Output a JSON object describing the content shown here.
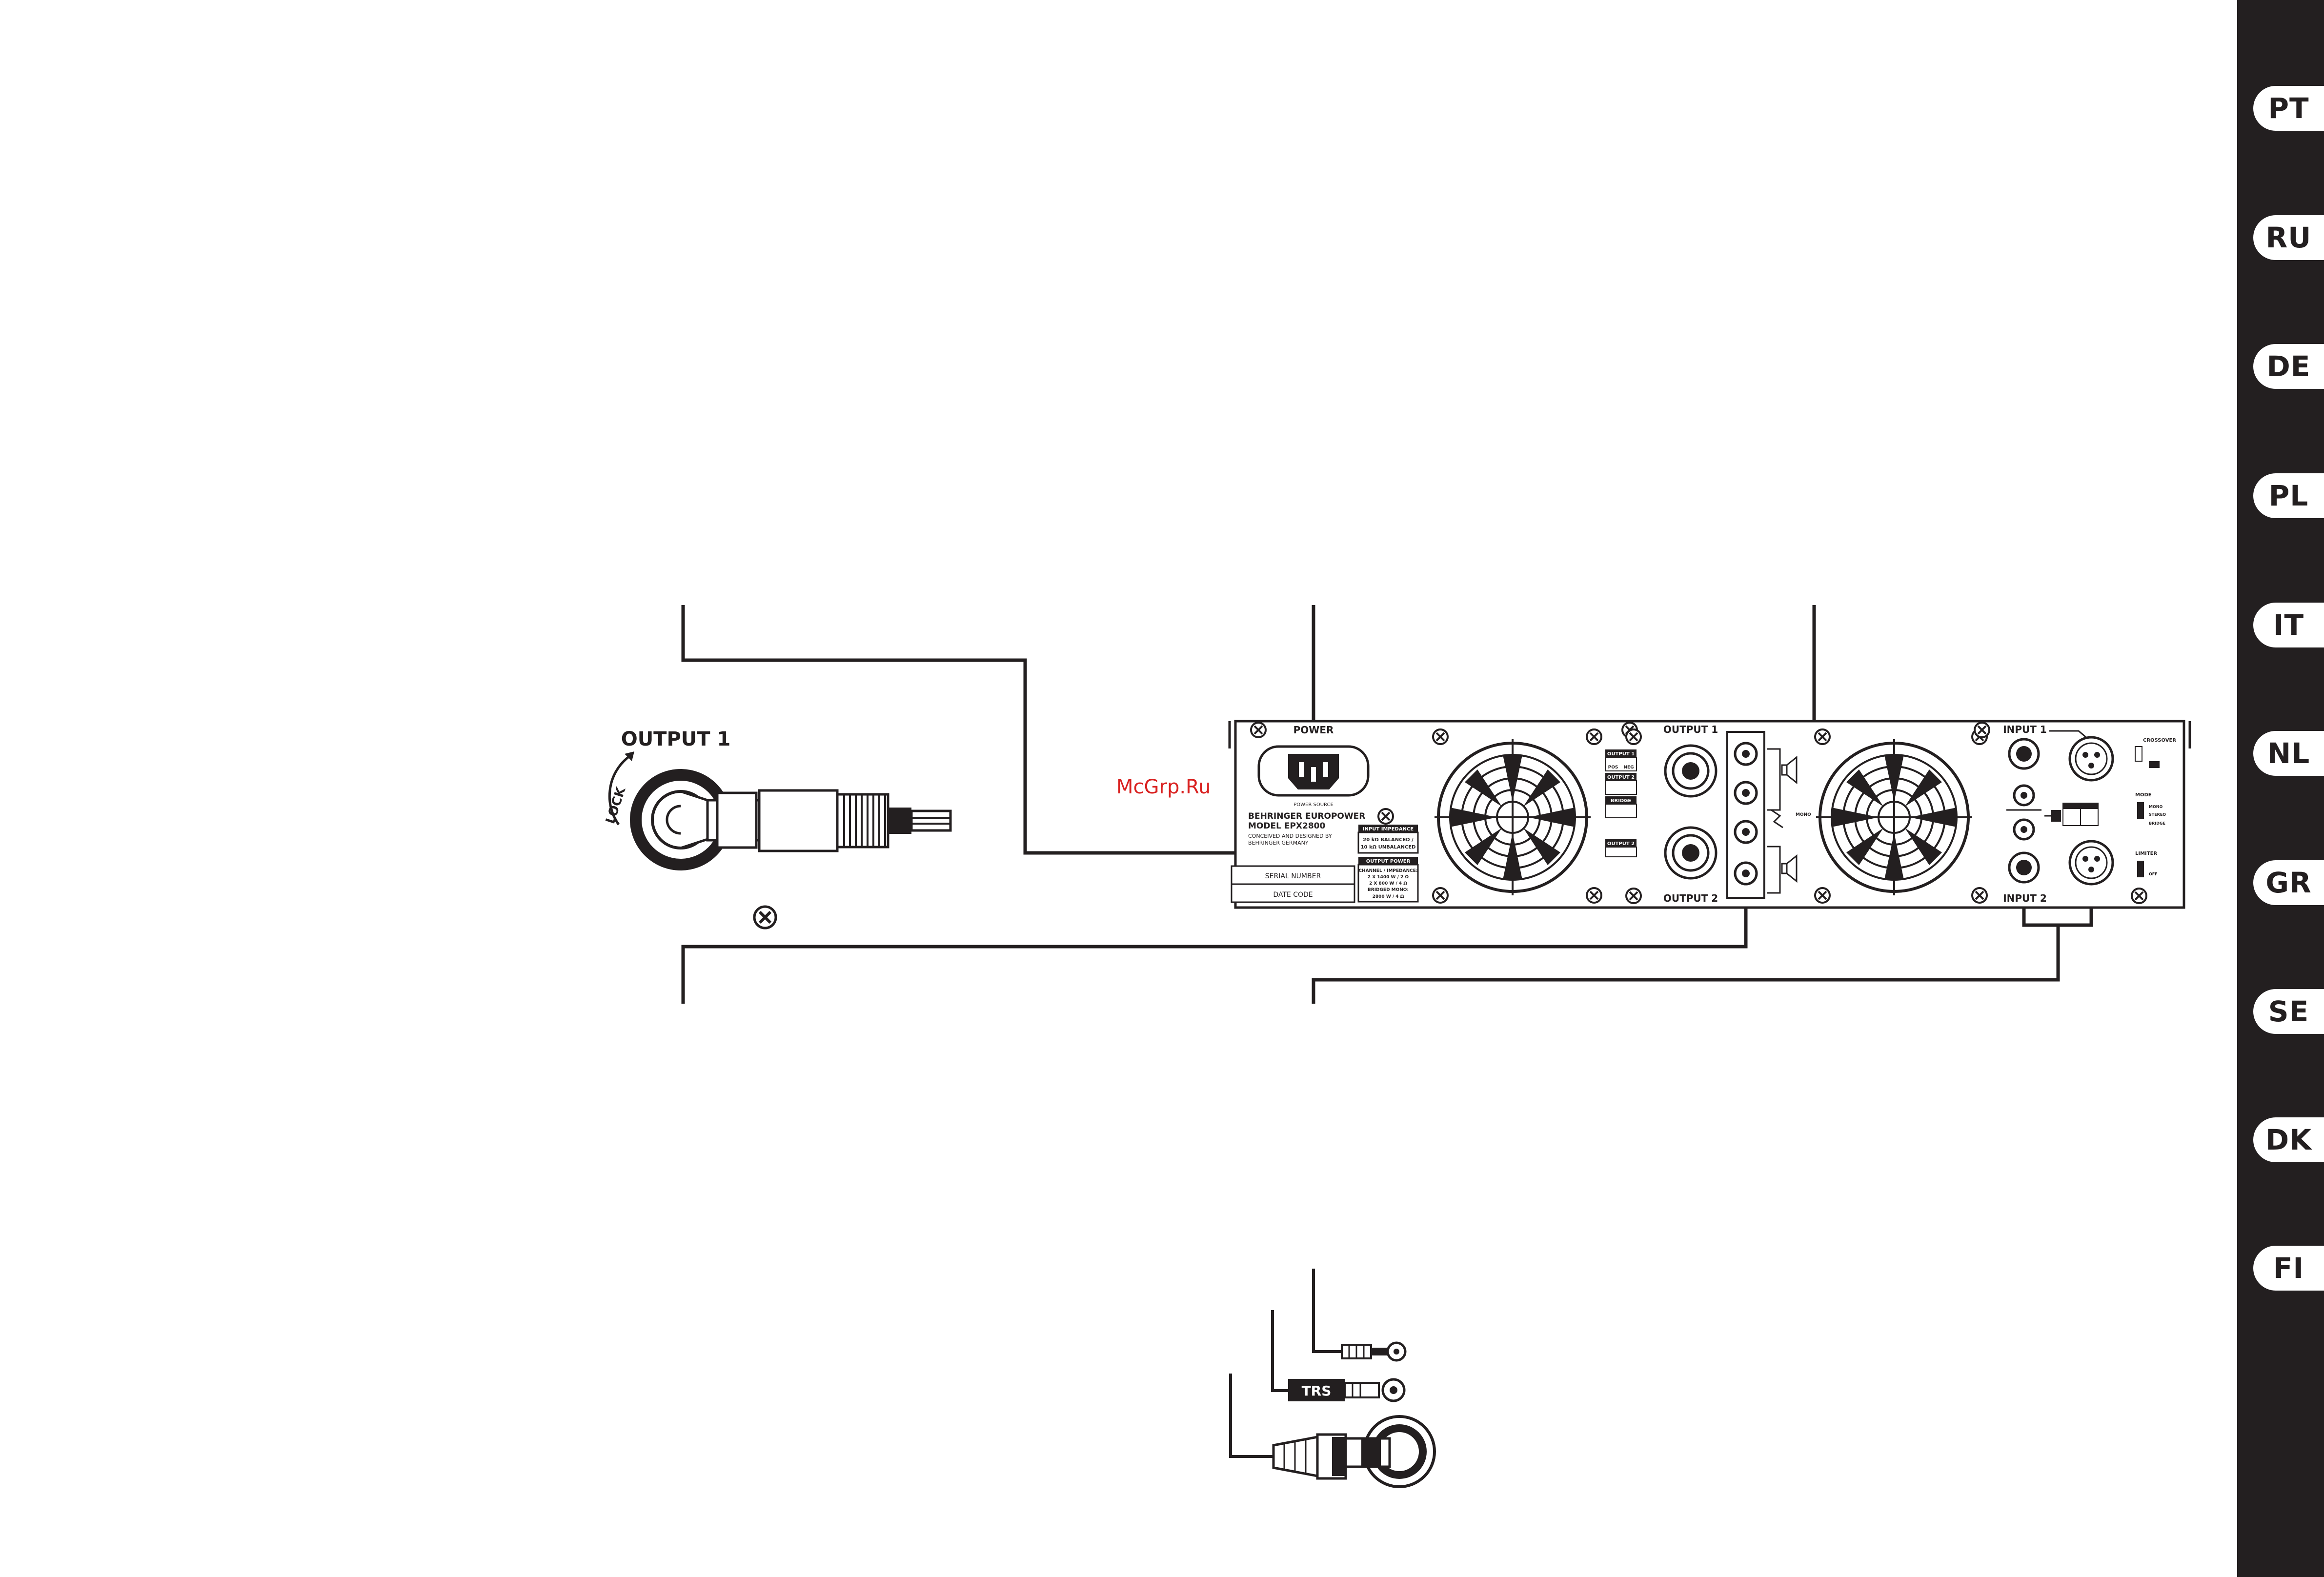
{
  "colors": {
    "ink": "#231f20",
    "background": "#ffffff",
    "watermark": "#d9201f",
    "fan_dark": "#231f20"
  },
  "language_tabs": [
    "PT",
    "RU",
    "DE",
    "PL",
    "IT",
    "NL",
    "GR",
    "SE",
    "DK",
    "FI"
  ],
  "watermark": "McGrp.Ru",
  "connector_detail": {
    "title": "OUTPUT 1",
    "lock_label": "LOCK"
  },
  "rear_panel": {
    "power_label": "POWER",
    "power_source_label": "POWER SOURCE",
    "brand_line1": "BEHRINGER EUROPOWER",
    "brand_line2": "MODEL EPX2800",
    "conceived_line1": "CONCEIVED AND DESIGNED BY",
    "conceived_line2": "BEHRINGER GERMANY",
    "serial_label": "SERIAL NUMBER",
    "date_label": "DATE CODE",
    "input_impedance_title": "INPUT IMPEDANCE",
    "input_impedance_line1": "20 kΩ BALANCED /",
    "input_impedance_line2": "10 kΩ UNBALANCED",
    "output_power_title": "OUTPUT POWER",
    "output_power_line1": "CHANNEL / IMPEDANCE:",
    "output_power_line2": "2 X 1400 W / 2 Ω",
    "output_power_line3": "2 X 800 W / 4 Ω",
    "output_power_line4": "BRIDGED MONO:",
    "output_power_line5": "2800 W / 4 Ω",
    "output1_label": "OUTPUT 1",
    "output2_label": "OUTPUT 2",
    "small_out1": "OUTPUT 1",
    "small_out2": "OUTPUT 2",
    "small_bridge": "BRIDGE",
    "small_pos": "POS",
    "small_neg": "NEG",
    "input1_label": "INPUT 1",
    "input2_label": "INPUT 2",
    "crossover_label": "CROSSOVER",
    "mode_label": "MODE",
    "limiter_label": "LIMITER",
    "mono_label": "MONO",
    "stereo_label": "STEREO",
    "bridge_small": "BRIDGE",
    "off_label": "OFF"
  },
  "cable_legend": {
    "trs_label": "TRS"
  }
}
